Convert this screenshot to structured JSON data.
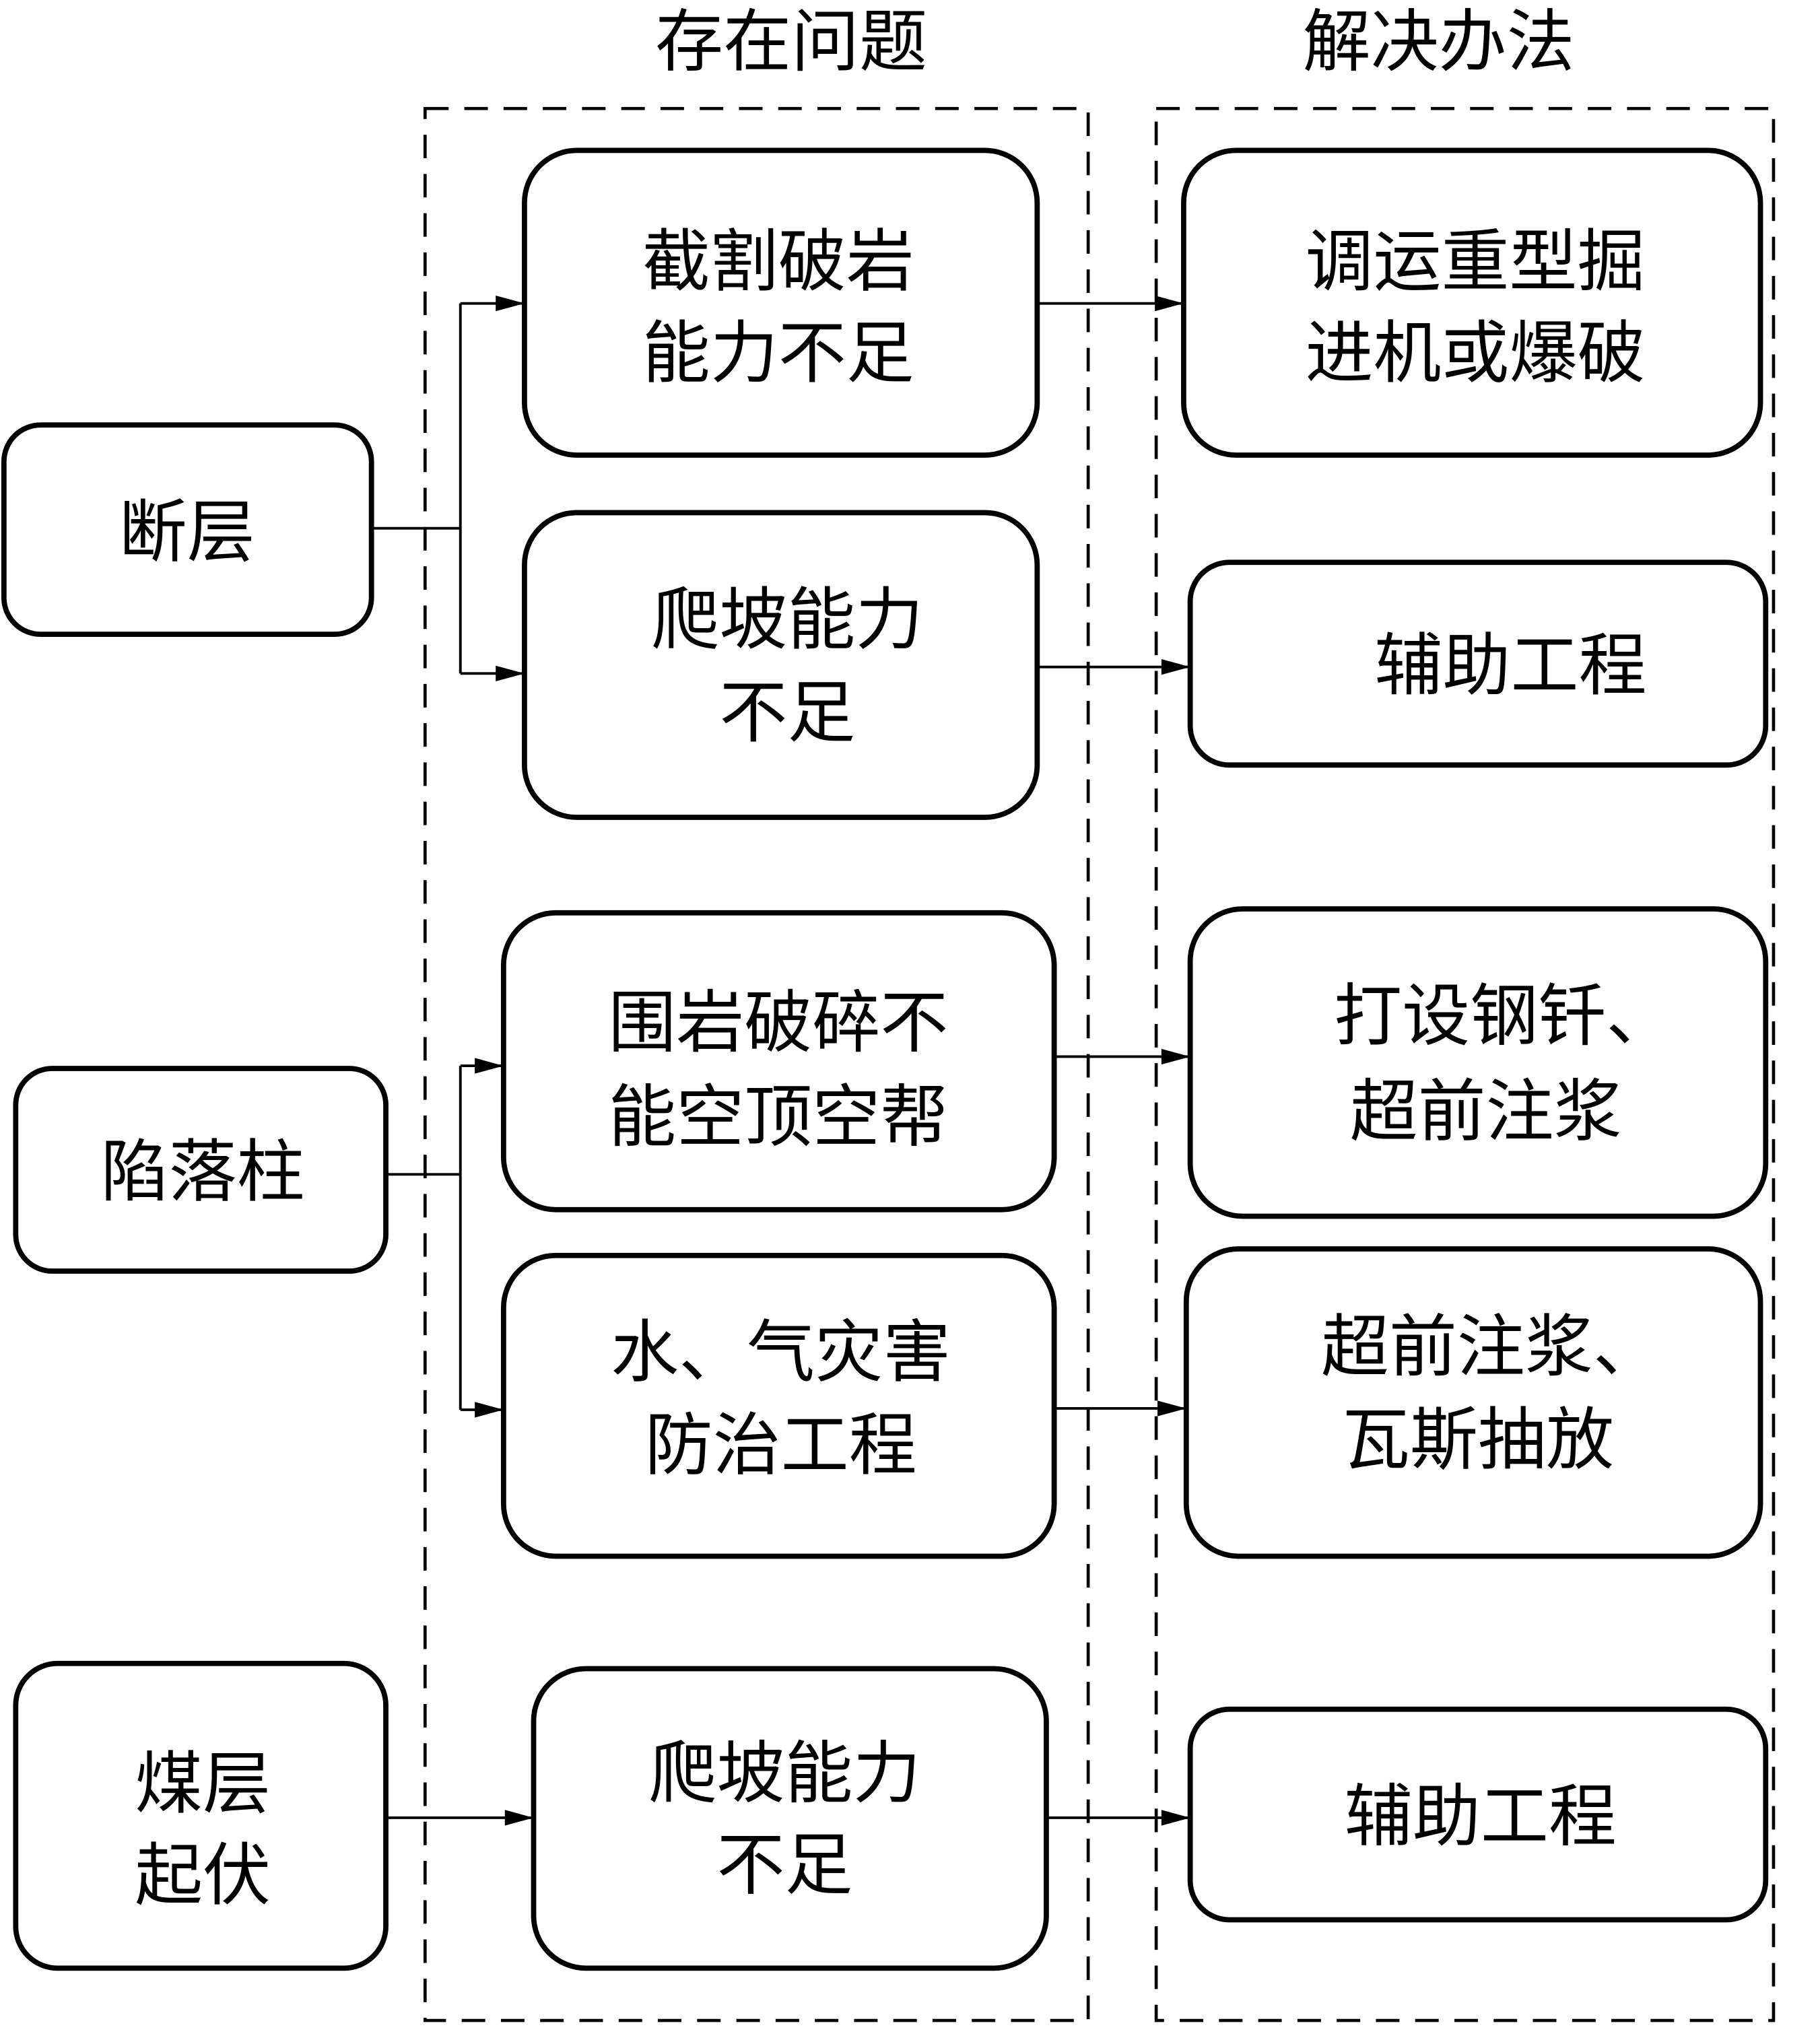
{
  "headers": {
    "problems": "存在问题",
    "solutions": "解决办法"
  },
  "causes": [
    {
      "id": "fault",
      "lines": [
        "断层"
      ]
    },
    {
      "id": "collapse-column",
      "lines": [
        "陷落柱"
      ]
    },
    {
      "id": "seam-undulation",
      "lines": [
        "煤层",
        "起伏"
      ]
    }
  ],
  "problems": [
    {
      "id": "cutting",
      "cause": "fault",
      "lines": [
        "截割破岩",
        "能力不足"
      ]
    },
    {
      "id": "climbing-1",
      "cause": "fault",
      "lines": [
        "爬坡能力",
        "不足"
      ]
    },
    {
      "id": "broken-rock",
      "cause": "collapse-column",
      "lines": [
        "围岩破碎不",
        "能空顶空帮"
      ]
    },
    {
      "id": "water-gas",
      "cause": "collapse-column",
      "lines": [
        "水、气灾害",
        "防治工程"
      ]
    },
    {
      "id": "climbing-2",
      "cause": "seam-undulation",
      "lines": [
        "爬坡能力",
        "不足"
      ]
    }
  ],
  "solutions": [
    {
      "id": "heavy-roadheader",
      "problem": "cutting",
      "lines": [
        "调运重型掘",
        "进机或爆破"
      ]
    },
    {
      "id": "aux-1",
      "problem": "climbing-1",
      "lines": [
        "辅助工程"
      ]
    },
    {
      "id": "steel-rods",
      "problem": "broken-rock",
      "lines": [
        "打设钢钎、",
        "超前注浆"
      ]
    },
    {
      "id": "grouting-gas",
      "problem": "water-gas",
      "lines": [
        "超前注浆、",
        "瓦斯抽放"
      ]
    },
    {
      "id": "aux-2",
      "problem": "climbing-2",
      "lines": [
        "辅助工程"
      ]
    }
  ]
}
